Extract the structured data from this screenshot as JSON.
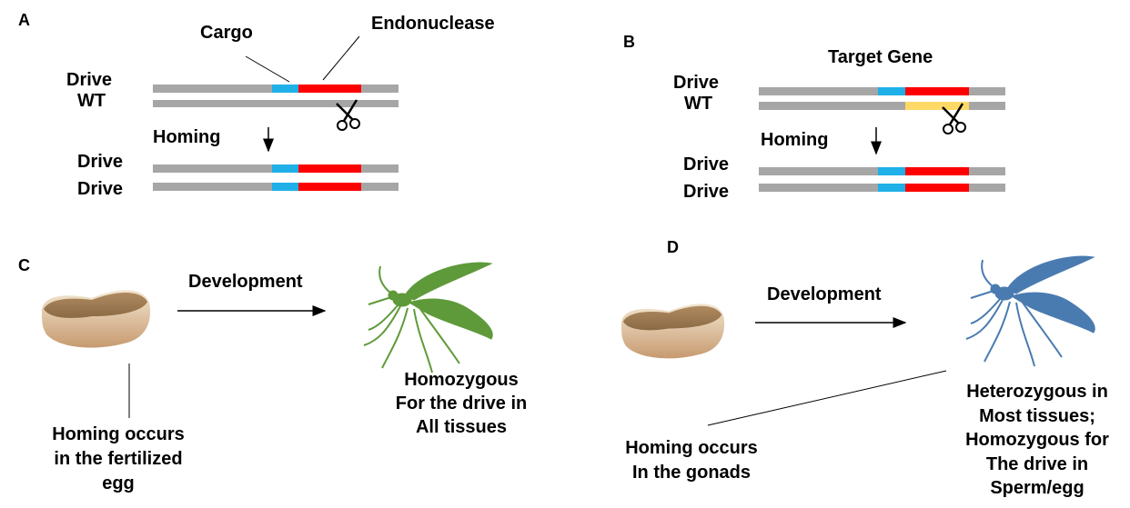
{
  "panels": {
    "a": {
      "label": "A",
      "cargo": "Cargo",
      "endonuclease": "Endonuclease",
      "drive": "Drive",
      "wt": "WT",
      "homing": "Homing",
      "drive2": "Drive",
      "drive3": "Drive"
    },
    "b": {
      "label": "B",
      "target_gene": "Target Gene",
      "drive": "Drive",
      "wt": "WT",
      "homing": "Homing",
      "drive2": "Drive",
      "drive3": "Drive"
    },
    "c": {
      "label": "C",
      "development": "Development",
      "homing_text": "Homing occurs\nin the fertilized\negg",
      "result_text": "Homozygous\nFor the drive in\nAll tissues"
    },
    "d": {
      "label": "D",
      "development": "Development",
      "homing_text": "Homing occurs\nIn the gonads",
      "result_text": "Heterozygous in\nMost tissues;\nHomozygous for\nThe drive in\nSperm/egg"
    }
  },
  "colors": {
    "chromosome": "#a6a6a6",
    "cargo": "#1fb0e8",
    "endonuclease": "#ff0000",
    "target": "#ffd966",
    "mosquito_c": "#5f9a3a",
    "mosquito_d": "#4a7bb0"
  }
}
